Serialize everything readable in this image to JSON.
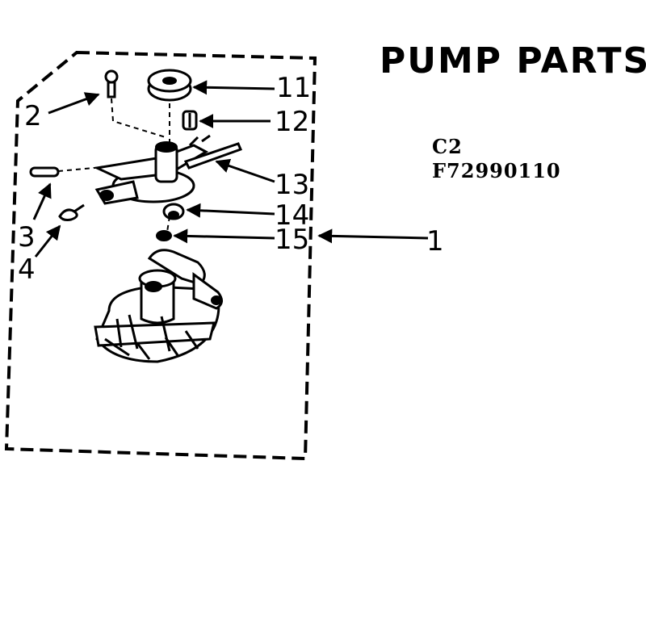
{
  "diagram": {
    "title": "PUMP PARTS",
    "section_code": "C2",
    "model_number": "F72990110",
    "callouts": {
      "c1": "1",
      "c2": "2",
      "c3": "3",
      "c4": "4",
      "c11": "11",
      "c12": "12",
      "c13": "13",
      "c14": "14",
      "c15": "15"
    }
  }
}
